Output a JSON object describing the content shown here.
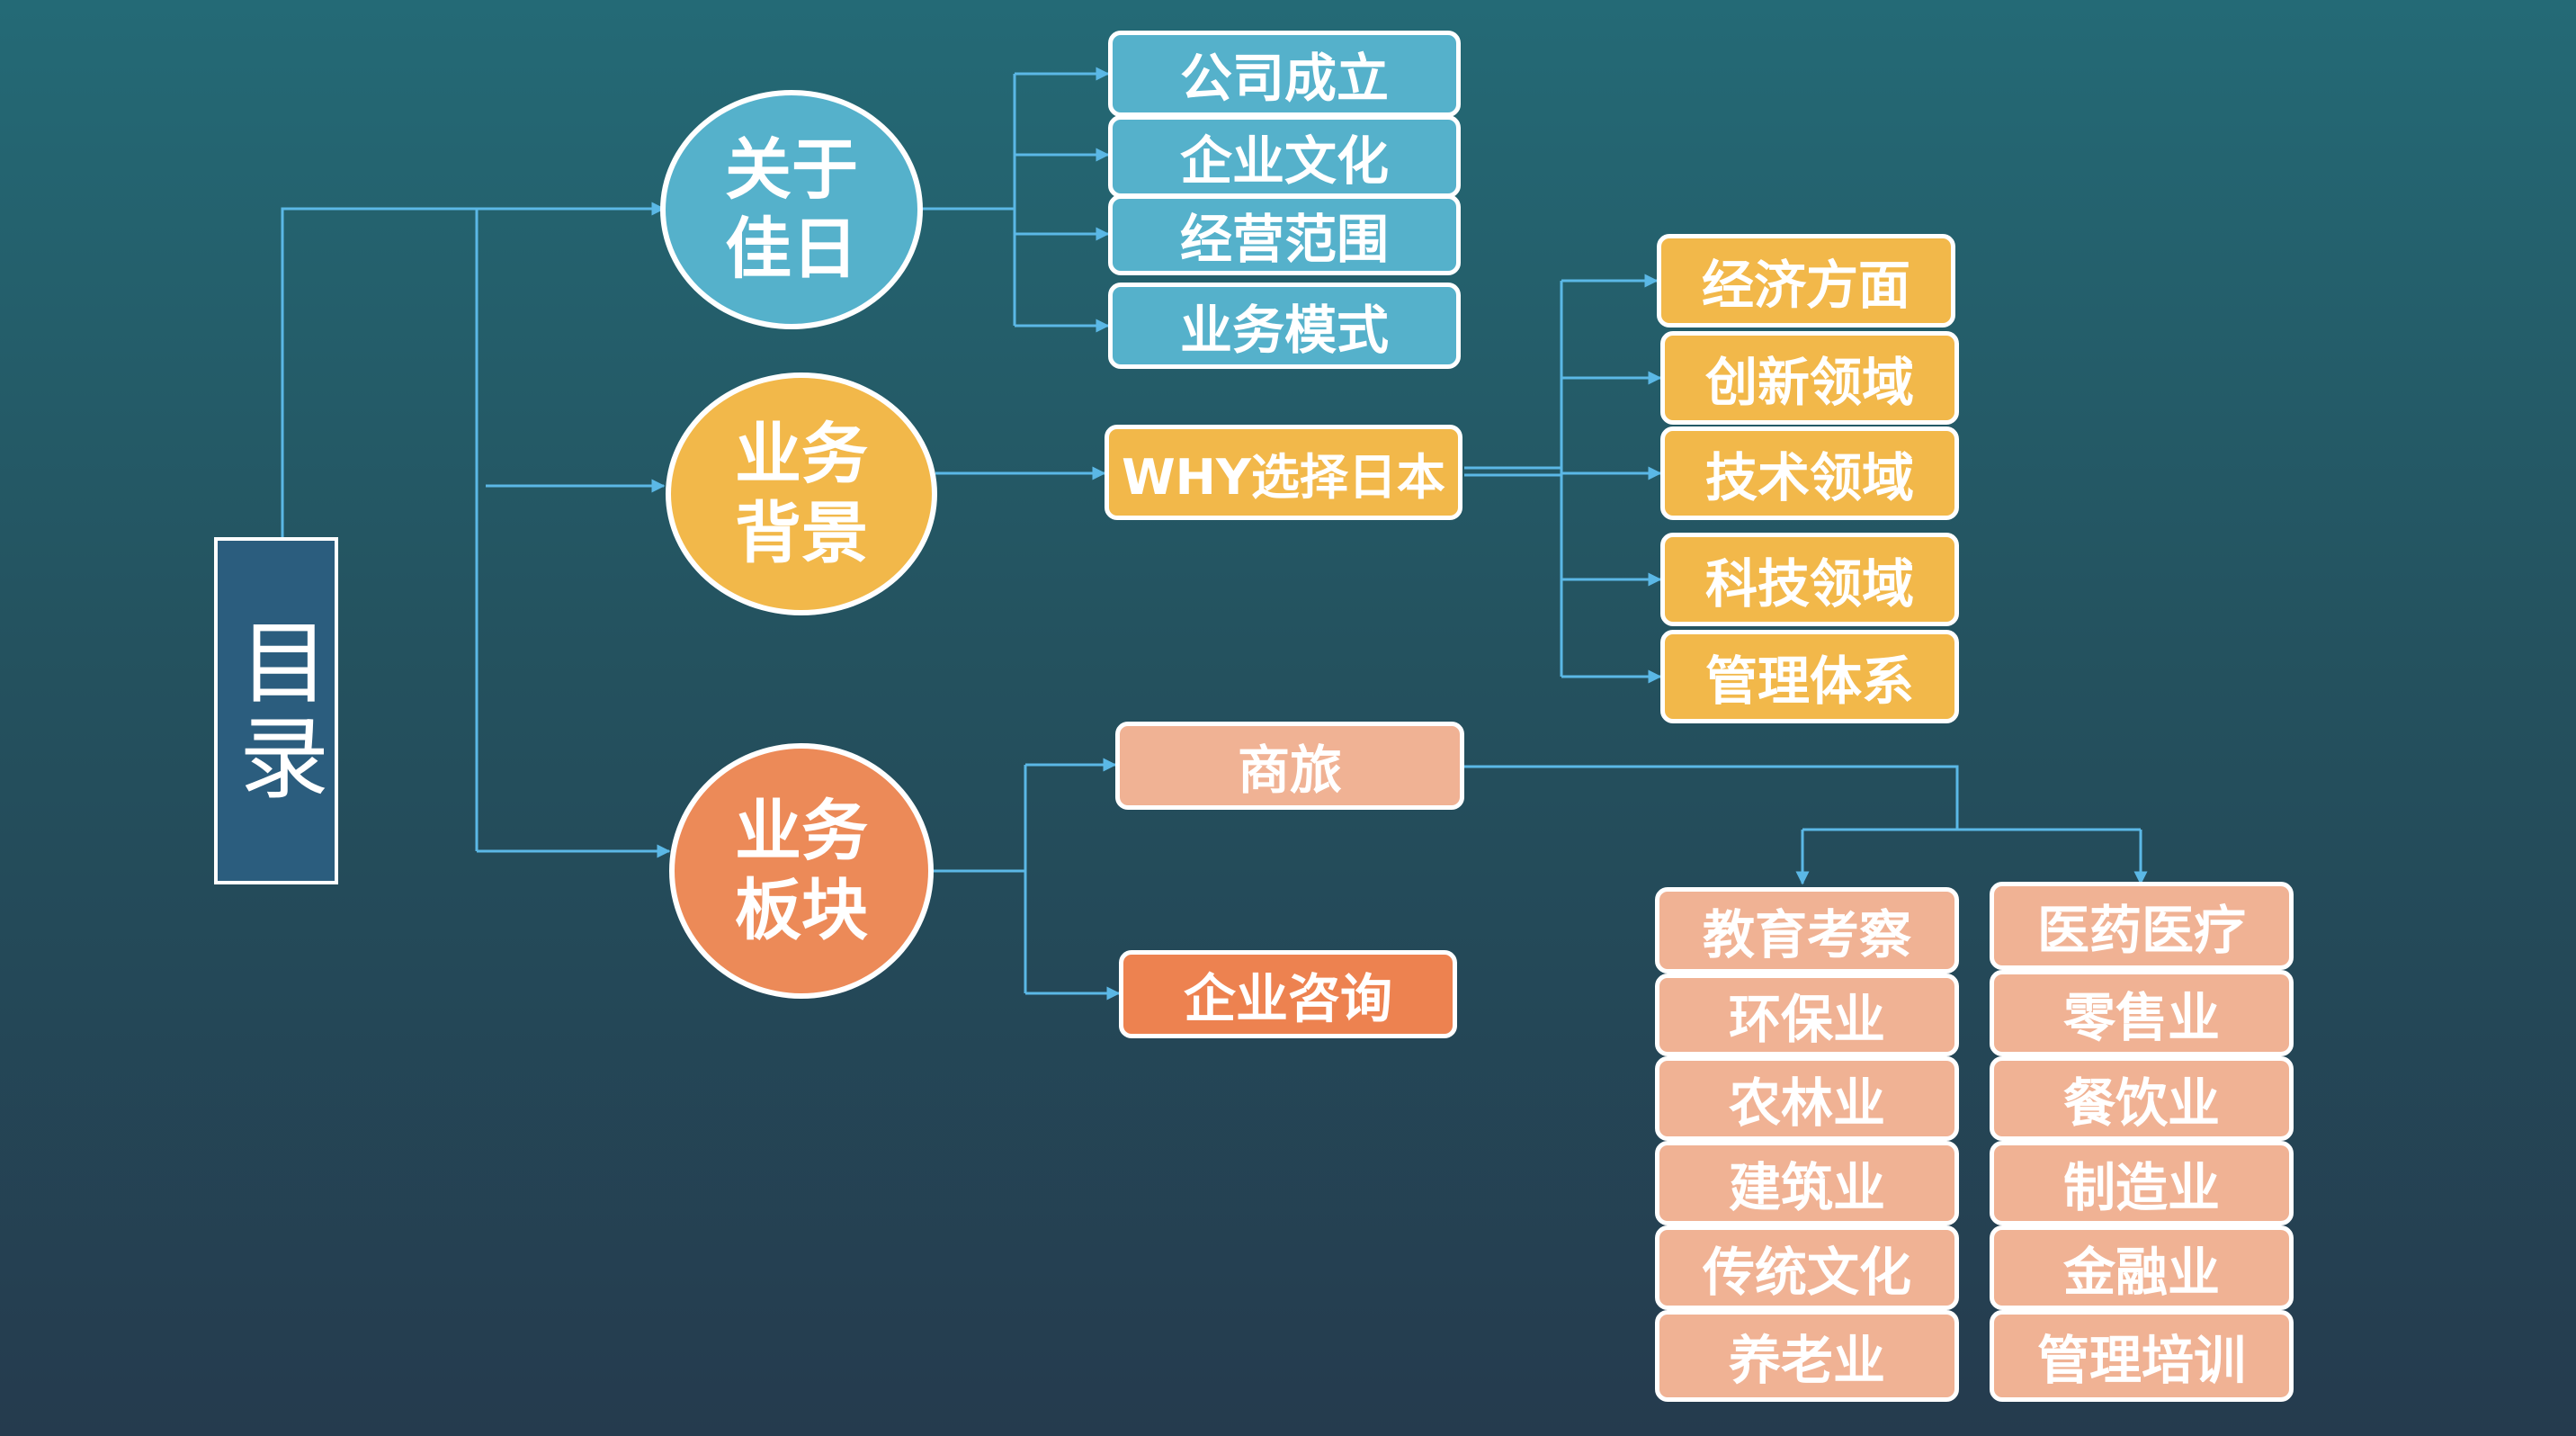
{
  "root": {
    "label": "目录"
  },
  "branches": {
    "about": {
      "label": "关于佳日",
      "color": "#55b1cb",
      "items": [
        "公司成立",
        "企业文化",
        "经营范围",
        "业务模式"
      ]
    },
    "background": {
      "label": "业务背景",
      "color": "#f2b84a",
      "why": "WHY选择日本",
      "reasons": [
        "经济方面",
        "创新领域",
        "技术领域",
        "科技领域",
        "管理体系"
      ]
    },
    "sectors": {
      "label": "业务板块",
      "color": "#ec8a58",
      "travel": "商旅",
      "consulting": "企业咨询",
      "travel_left": [
        "教育考察",
        "环保业",
        "农林业",
        "建筑业",
        "传统文化",
        "养老业"
      ],
      "travel_right": [
        "医药医疗",
        "零售业",
        "餐饮业",
        "制造业",
        "金融业",
        "管理培训"
      ]
    }
  },
  "colors": {
    "connector": "#5bb8e6",
    "background_top": "#246a76",
    "background_bottom": "#253b4e"
  }
}
